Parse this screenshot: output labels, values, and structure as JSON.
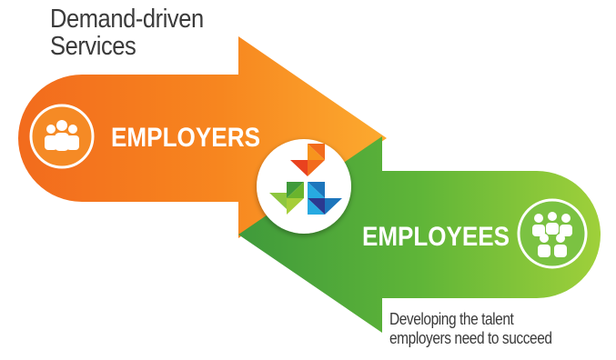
{
  "top_caption": {
    "line1": "Demand-driven",
    "line2": "Services"
  },
  "employers_label": "EMPLOYERS",
  "employees_label": "EMPLOYEES",
  "bottom_caption": {
    "line1": "Developing the talent",
    "line2": "employers need to succeed"
  },
  "icons": {
    "employers": "group-of-people-icon",
    "employees": "group-of-people-icon",
    "center": "triangle-mosaic-logo-icon"
  },
  "colors": {
    "orange_light": "#fcaa2f",
    "orange_dark": "#f26b1d",
    "green_light": "#9fd03a",
    "green_dark": "#3f9a3b",
    "caption_text": "#3a3a3a"
  }
}
